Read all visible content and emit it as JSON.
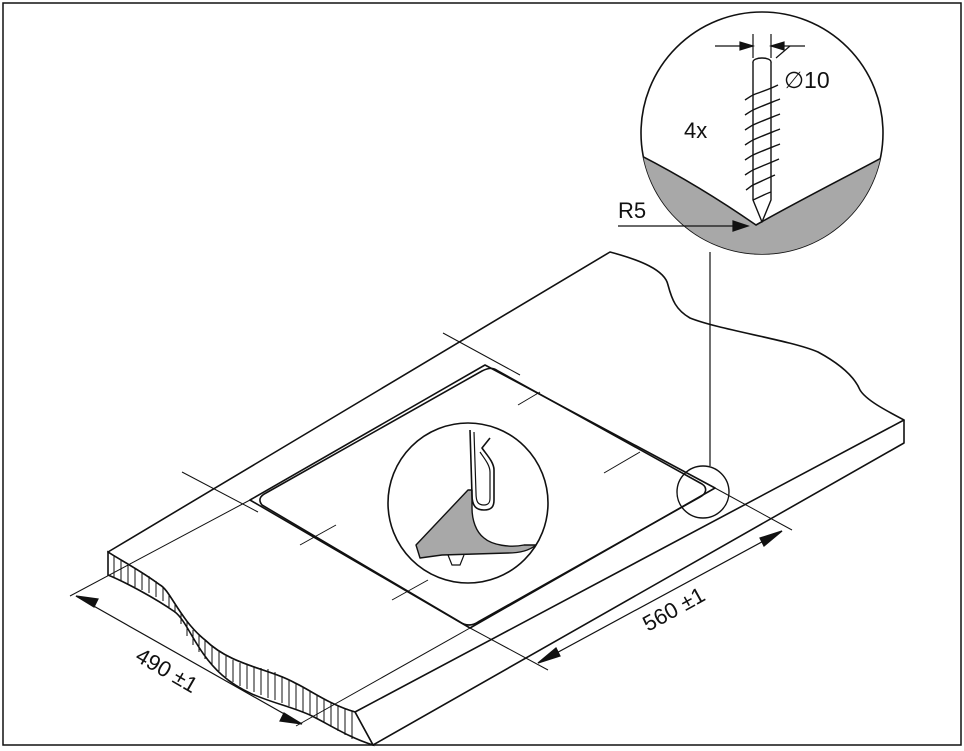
{
  "diagram": {
    "labels": {
      "diameter": "∅10",
      "quantity": "4x",
      "radius": "R5",
      "length_dim": "560 ±1",
      "width_dim": "490 ±1"
    },
    "colors": {
      "stroke": "#111111",
      "fill_section": "#a8a8a8",
      "background": "#ffffff"
    }
  }
}
